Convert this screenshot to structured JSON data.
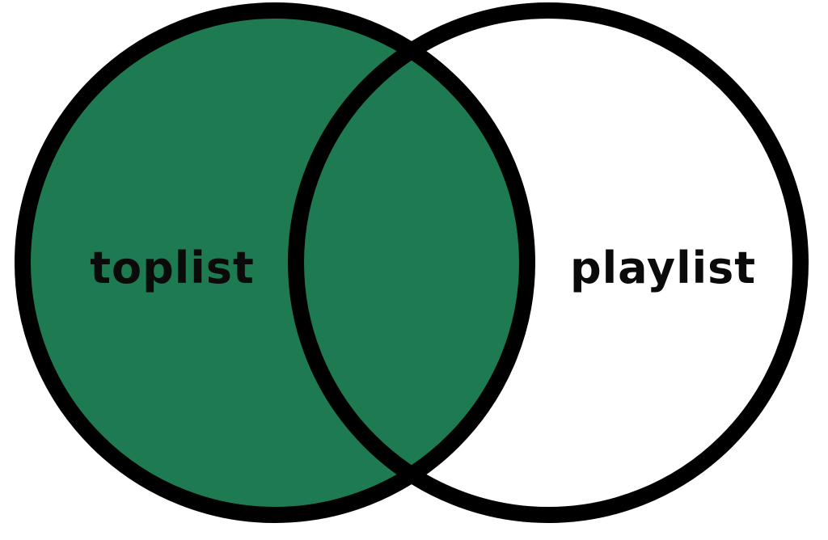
{
  "diagram": {
    "type": "venn",
    "sets": [
      {
        "label": "toplist",
        "filled": true
      },
      {
        "label": "playlist",
        "filled": false
      }
    ],
    "intersection_filled": true,
    "colors": {
      "fill": "#1e7a50",
      "stroke": "#000000",
      "background": "#ffffff",
      "text": "#0a0a0a"
    }
  }
}
